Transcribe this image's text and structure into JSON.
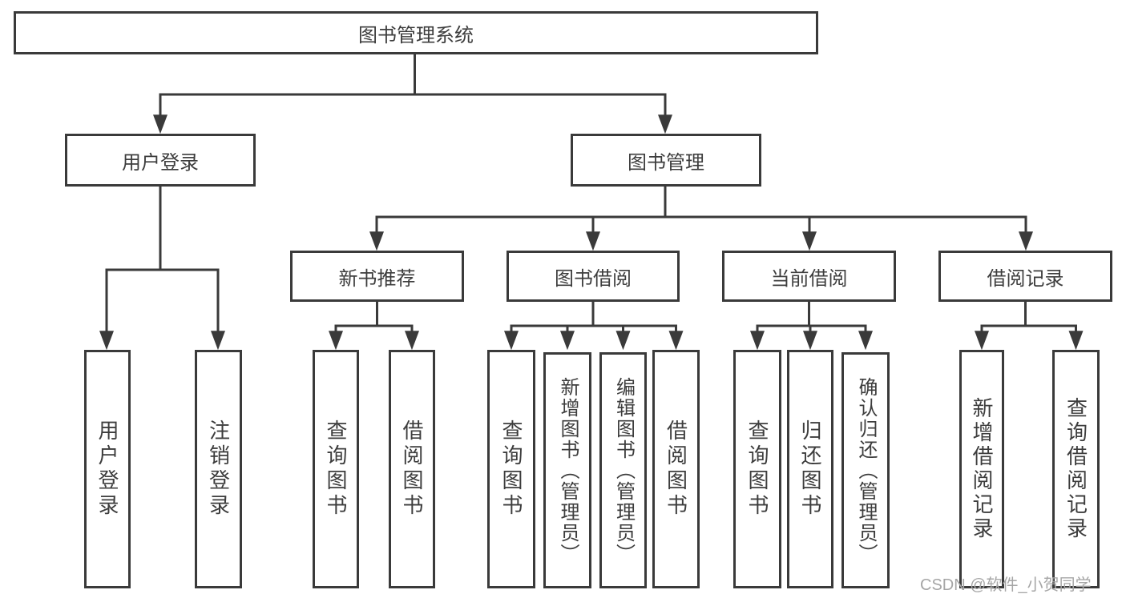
{
  "tree": {
    "root": {
      "label": "图书管理系统"
    },
    "children": [
      {
        "label": "用户登录",
        "children": [
          {
            "label": "用户登录"
          },
          {
            "label": "注销登录"
          }
        ]
      },
      {
        "label": "图书管理",
        "children": [
          {
            "label": "新书推荐",
            "children": [
              {
                "label": "查询图书"
              },
              {
                "label": "借阅图书"
              }
            ]
          },
          {
            "label": "图书借阅",
            "children": [
              {
                "label": "查询图书"
              },
              {
                "label": "新增图书（管理员）"
              },
              {
                "label": "编辑图书（管理员）"
              },
              {
                "label": "借阅图书"
              }
            ]
          },
          {
            "label": "当前借阅",
            "children": [
              {
                "label": "查询图书"
              },
              {
                "label": "归还图书"
              },
              {
                "label": "确认归还（管理员）"
              }
            ]
          },
          {
            "label": "借阅记录",
            "children": [
              {
                "label": "新增借阅记录"
              },
              {
                "label": "查询借阅记录"
              }
            ]
          }
        ]
      }
    ]
  },
  "watermark": {
    "text": "CSDN @软件_小贺同学"
  },
  "colors": {
    "line": "#3a3a3a",
    "text": "#3d3d3d",
    "watermark": "#a6a6a6",
    "background": "#ffffff"
  }
}
